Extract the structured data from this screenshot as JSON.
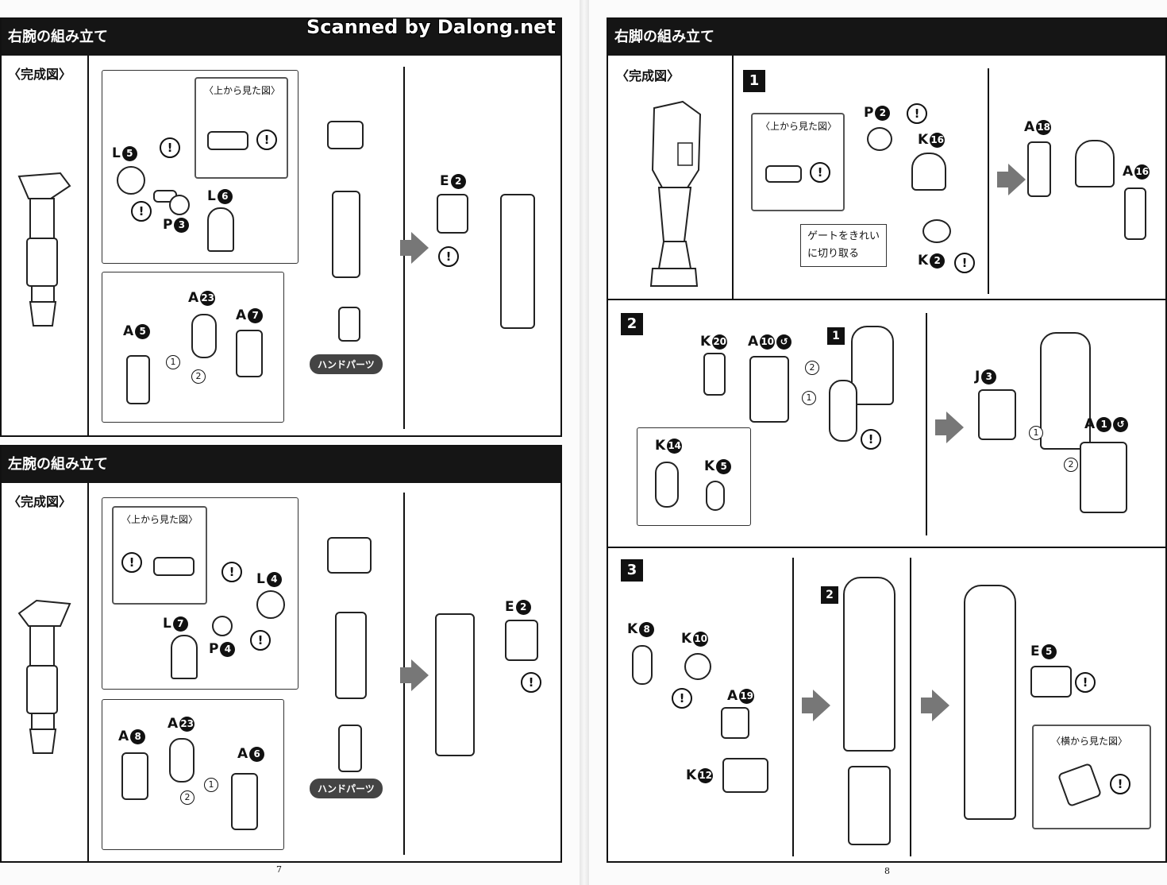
{
  "watermark": "Scanned by Dalong.net",
  "left_page": {
    "page_number": "7",
    "right_arm": {
      "title": "右腕の組み立て",
      "complete_label": "〈完成図〉",
      "top_view_label": "〈上から見た図〉",
      "hand_parts": "ハンドパーツ",
      "parts": {
        "l5": {
          "letter": "L",
          "num": "5"
        },
        "l6": {
          "letter": "L",
          "num": "6"
        },
        "p3": {
          "letter": "P",
          "num": "3"
        },
        "e2": {
          "letter": "E",
          "num": "2"
        },
        "a23": {
          "letter": "A",
          "num": "23"
        },
        "a5": {
          "letter": "A",
          "num": "5"
        },
        "a7": {
          "letter": "A",
          "num": "7"
        }
      },
      "seq": [
        "1",
        "2"
      ]
    },
    "left_arm": {
      "title": "左腕の組み立て",
      "complete_label": "〈完成図〉",
      "top_view_label": "〈上から見た図〉",
      "hand_parts": "ハンドパーツ",
      "parts": {
        "l4": {
          "letter": "L",
          "num": "4"
        },
        "l7": {
          "letter": "L",
          "num": "7"
        },
        "p4": {
          "letter": "P",
          "num": "4"
        },
        "e2": {
          "letter": "E",
          "num": "2"
        },
        "a8": {
          "letter": "A",
          "num": "8"
        },
        "a23": {
          "letter": "A",
          "num": "23"
        },
        "a6": {
          "letter": "A",
          "num": "6"
        }
      },
      "seq": [
        "1",
        "2"
      ]
    }
  },
  "right_page": {
    "page_number": "8",
    "right_leg": {
      "title": "右脚の組み立て",
      "complete_label": "〈完成図〉",
      "step1": {
        "badge": "1",
        "top_view_label": "〈上から見た図〉",
        "gate_note_line1": "ゲートをきれい",
        "gate_note_line2": "に切り取る",
        "parts": {
          "p2": {
            "letter": "P",
            "num": "2"
          },
          "k16": {
            "letter": "K",
            "num": "16"
          },
          "k2": {
            "letter": "K",
            "num": "2"
          },
          "a18": {
            "letter": "A",
            "num": "18"
          },
          "a16": {
            "letter": "A",
            "num": "16"
          }
        }
      },
      "step2": {
        "badge": "2",
        "ref_badge": "1",
        "parts": {
          "k20": {
            "letter": "K",
            "num": "20"
          },
          "a10": {
            "letter": "A",
            "num": "10"
          },
          "k14": {
            "letter": "K",
            "num": "14"
          },
          "k5": {
            "letter": "K",
            "num": "5"
          },
          "j3": {
            "letter": "J",
            "num": "3"
          },
          "a1": {
            "letter": "A",
            "num": "1"
          }
        },
        "seq": [
          "1",
          "2"
        ]
      },
      "step3": {
        "badge": "3",
        "ref_badge": "2",
        "side_view_label": "〈横から見た図〉",
        "parts": {
          "k8": {
            "letter": "K",
            "num": "8"
          },
          "k10": {
            "letter": "K",
            "num": "10"
          },
          "a19": {
            "letter": "A",
            "num": "19"
          },
          "k12": {
            "letter": "K",
            "num": "12"
          },
          "e5": {
            "letter": "E",
            "num": "5"
          }
        }
      }
    }
  },
  "icons": {
    "warning": "!",
    "next_arrow": "arrow-right-icon",
    "cut_mark": "cut-symbol-icon"
  }
}
